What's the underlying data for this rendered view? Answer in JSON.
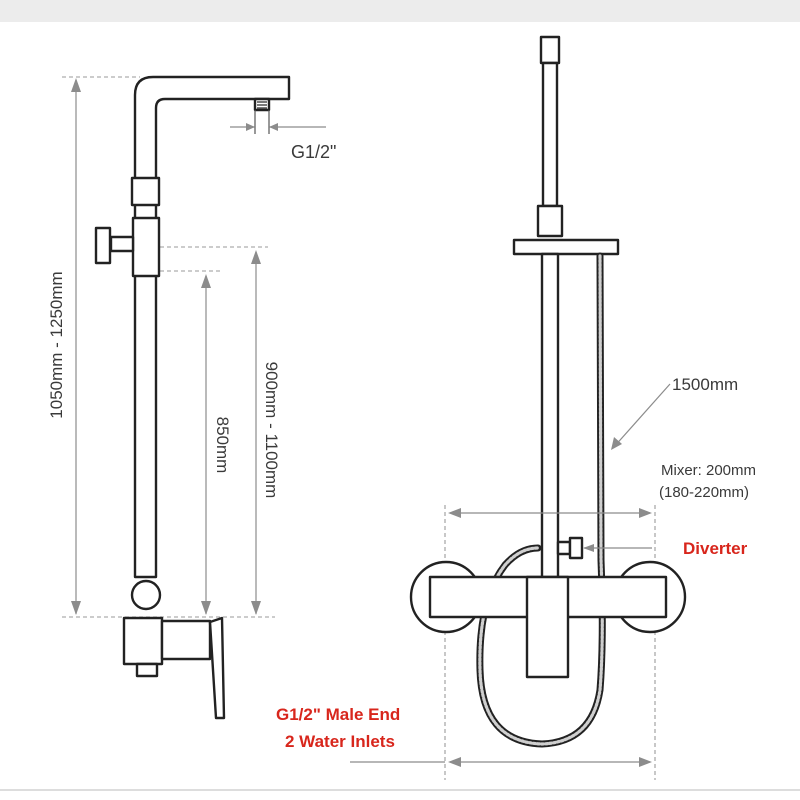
{
  "labels": {
    "thread_size": "G1/2\"",
    "total_height": "1050mm - 1250mm",
    "mixer_height": "900mm - 1100mm",
    "fixed_height": "850mm",
    "hose_length": "1500mm",
    "mixer_center_line1": "Mixer: 200mm",
    "mixer_center_line2": "(180-220mm)",
    "diverter": "Diverter",
    "inlet_line1": "G1/2\" Male End",
    "inlet_line2": "2 Water Inlets"
  },
  "colors": {
    "outline": "#222222",
    "dimension": "#8c8c8c",
    "text": "#3a3a3a",
    "highlight": "#d8261c"
  }
}
